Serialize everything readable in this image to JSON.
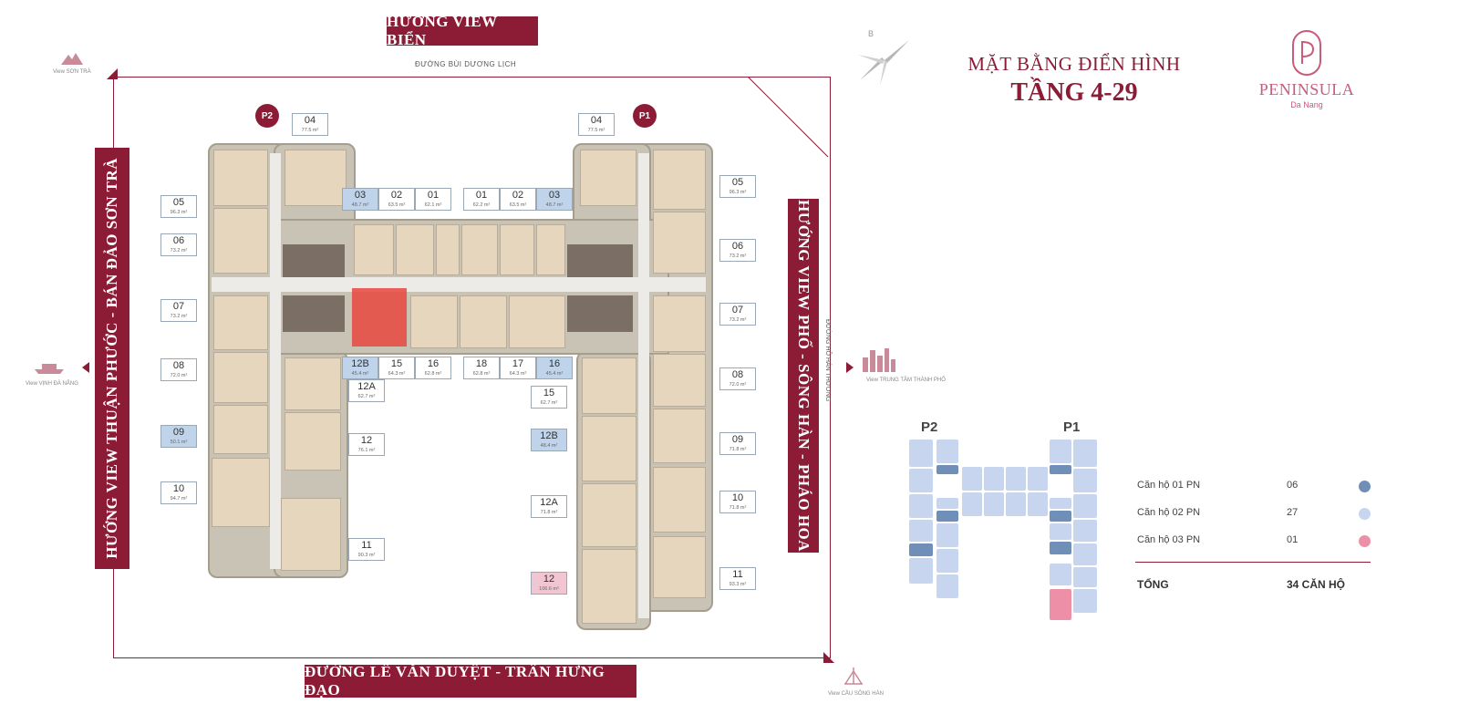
{
  "header": {
    "title_line1": "MẶT BẰNG ĐIỂN HÌNH",
    "title_line2": "TẦNG 4-29",
    "brand": "PENINSULA",
    "brand_sub": "Da Nang",
    "compass_letter": "B"
  },
  "directions": {
    "top_banner": "HƯỚNG VIEW BIỂN",
    "top_street": "ĐƯỜNG BÙI DƯƠNG LỊCH",
    "bottom_banner": "ĐƯỜNG LÊ VĂN DUYỆT - TRẦN HƯNG ĐẠO",
    "left_banner": "HƯỚNG VIEW THUẬN PHƯỚC - BÁN ĐẢO SƠN TRÀ",
    "right_banner": "HƯỚNG VIEW PHỐ - SÔNG HÀN - PHÁO HOA",
    "right_street": "ĐƯỜNG HỒ HÁN THƯƠNG",
    "view_son_tra": "View SƠN TRÀ",
    "view_vinh_da_nang": "View VỊNH ĐÀ NẴNG",
    "view_trung_tam": "View TRUNG TÂM THÀNH PHỐ",
    "view_cau_song_han": "View CẦU SÔNG HÀN"
  },
  "towers": {
    "p2": "P2",
    "p1": "P1"
  },
  "units": {
    "p2_04": {
      "no": "04",
      "area": "77.5 m²"
    },
    "p1_04": {
      "no": "04",
      "area": "77.5 m²"
    },
    "p2_05": {
      "no": "05",
      "area": "96.3 m²"
    },
    "p1_05": {
      "no": "05",
      "area": "96.3 m²"
    },
    "p2_06": {
      "no": "06",
      "area": "73.2 m²"
    },
    "p1_06": {
      "no": "06",
      "area": "73.2 m²"
    },
    "p2_07": {
      "no": "07",
      "area": "73.2 m²"
    },
    "p1_07": {
      "no": "07",
      "area": "73.2 m²"
    },
    "p2_08": {
      "no": "08",
      "area": "72.0 m²"
    },
    "p1_08": {
      "no": "08",
      "area": "72.0 m²"
    },
    "p2_09": {
      "no": "09",
      "area": "50.1 m²"
    },
    "p1_09": {
      "no": "09",
      "area": "71.8 m²"
    },
    "p2_10": {
      "no": "10",
      "area": "94.7 m²"
    },
    "p1_10": {
      "no": "10",
      "area": "71.8 m²"
    },
    "p2_11": {
      "no": "11",
      "area": "90.3 m²"
    },
    "p1_11": {
      "no": "11",
      "area": "93.3 m²"
    },
    "p2_12": {
      "no": "12",
      "area": "76.1 m²"
    },
    "p1_12": {
      "no": "12",
      "area": "106.6 m²"
    },
    "p2_12a": {
      "no": "12A",
      "area": "62.7 m²"
    },
    "p1_12a": {
      "no": "12A",
      "area": "71.8 m²"
    },
    "p2_12b": {
      "no": "12B",
      "area": "45.4 m²"
    },
    "p1_12b": {
      "no": "12B",
      "area": "48.4 m²"
    },
    "p2_15": {
      "no": "15",
      "area": "64.3 m²"
    },
    "p1_15": {
      "no": "15",
      "area": "62.7 m²"
    },
    "p2_16": {
      "no": "16",
      "area": "62.8 m²"
    },
    "p1_16": {
      "no": "16",
      "area": "45.4 m²"
    },
    "p1_17": {
      "no": "17",
      "area": "64.3 m²"
    },
    "p1_18": {
      "no": "18",
      "area": "62.8 m²"
    },
    "p2_01": {
      "no": "01",
      "area": "62.1 m²"
    },
    "p2_02": {
      "no": "02",
      "area": "63.5 m²"
    },
    "p2_03": {
      "no": "03",
      "area": "48.7 m²"
    },
    "p1_01": {
      "no": "01",
      "area": "62.2 m²"
    },
    "p1_02": {
      "no": "02",
      "area": "63.5 m²"
    },
    "p1_03": {
      "no": "03",
      "area": "48.7 m²"
    }
  },
  "legend": {
    "rows": [
      {
        "label": "Căn hộ 01 PN",
        "count": "06",
        "color": "#6f8fb9"
      },
      {
        "label": "Căn hộ 02 PN",
        "count": "27",
        "color": "#c7d6ee"
      },
      {
        "label": "Căn hộ 03 PN",
        "count": "01",
        "color": "#ee8fa8"
      }
    ],
    "total_label": "TỔNG",
    "total_value": "34 CĂN HỘ"
  },
  "colors": {
    "brand": "#8c1c36",
    "highlight": "#e8483f"
  }
}
